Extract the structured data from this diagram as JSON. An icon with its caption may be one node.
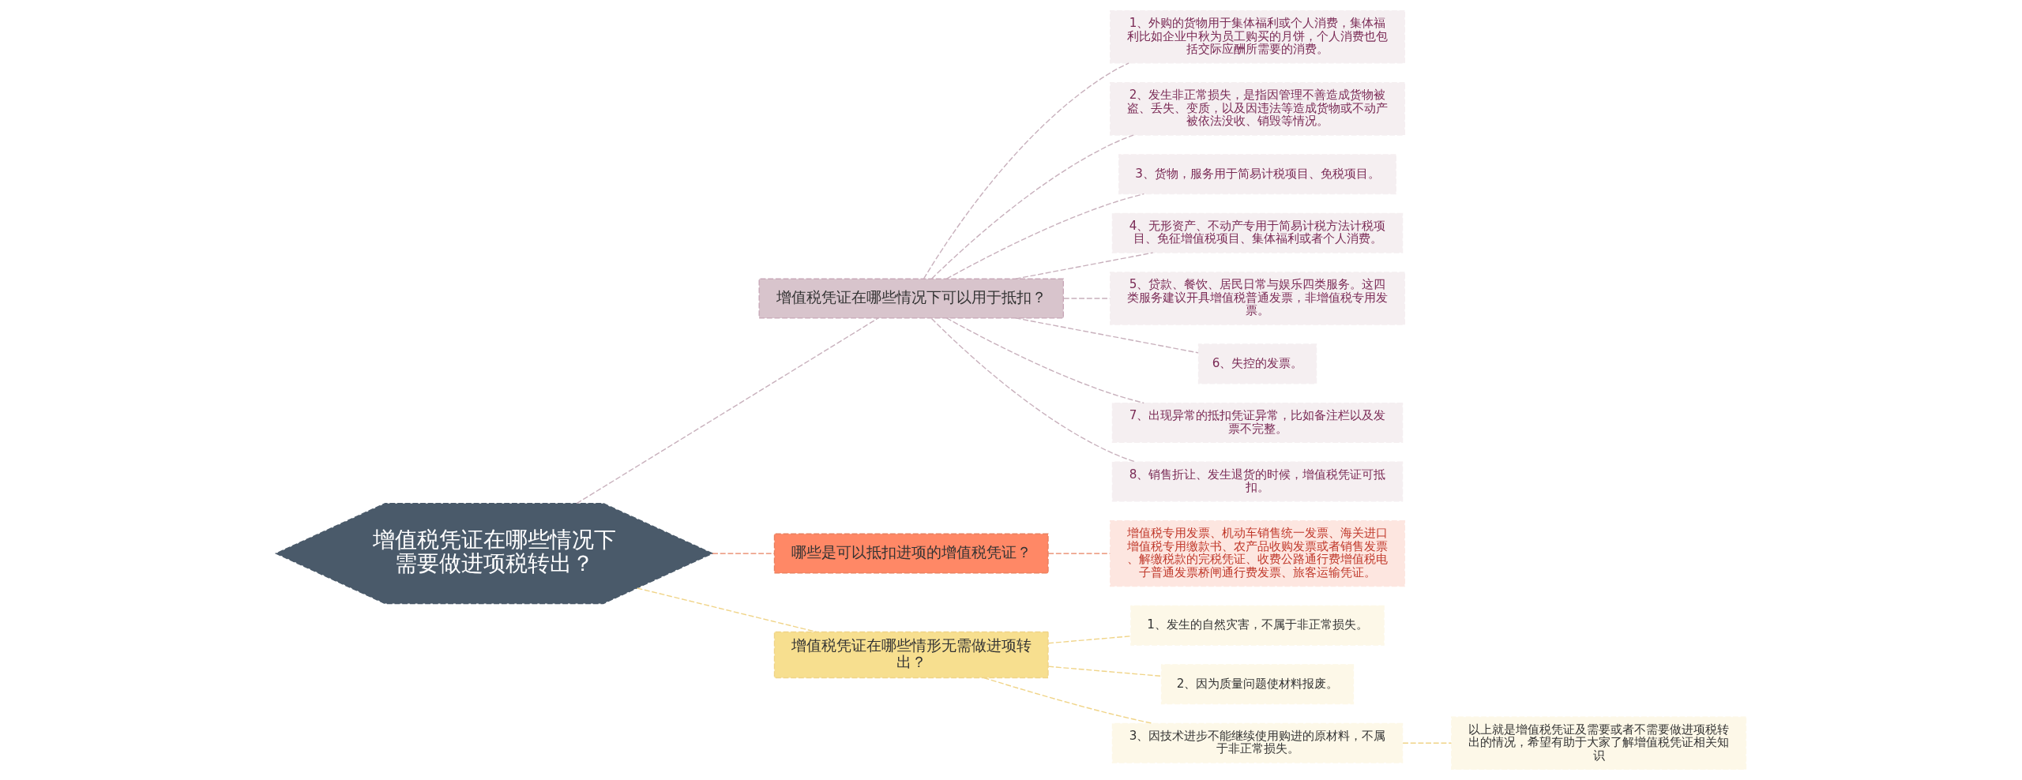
{
  "diagram": {
    "nodes": [
      {
        "text": [
          "增值税凭证在哪些情况下需要做进项税转出？"
        ]
      },
      {
        "text": [
          "增值税凭证在哪些情况下可以用于抵扣？"
        ]
      },
      {
        "text": [
          "1、外购的货物用于集体福利或个人消费，集体福利比如企业中秋为员工购买的月饼，个人消费也包括交际应酬所需要的消费。"
        ]
      },
      {
        "text": [
          "2、发生非正常损失，是指因管理不善造成货物被盗、丢失、变质，以及因违法等造成货物或不动产被依法没收、销毁等情况。"
        ]
      },
      {
        "text": [
          "3、货物，服务用于简易计税项目、免税项目。"
        ]
      },
      {
        "text": [
          "4、无形资产、不动产专用于简易计税方法计税项目、免征增值税项目、集体福利或者个人消费。"
        ]
      },
      {
        "text": [
          "5、贷款、餐饮、居民日常与娱乐四类服务。这四类服务建议开具增值税普通发票，非增值税专用发票。"
        ]
      },
      {
        "text": [
          "6、失控的发票。"
        ]
      },
      {
        "text": [
          "7、出现异常的抵扣凭证异常，比如备注栏以及发票不完整。"
        ]
      },
      {
        "text": [
          "8、销售折让、发生退货的时候，增值税凭证可抵扣。"
        ]
      },
      {
        "text": [
          "哪些是可以抵扣进项的增值税凭证？"
        ]
      },
      {
        "text": [
          "增值税专用发票、机动车销售统一发票、海关进口增值税专用缴款书、农产品收购发票或者销售发票、解缴税款的完税凭证、收费公路通行费增值税电子普通发票桥闸通行费发票、旅客运输凭证。"
        ]
      },
      {
        "text": [
          "增值税凭证在哪些情形无需做进项转出？"
        ]
      },
      {
        "text": [
          "1、发生的自然灾害，不属于非正常损失。"
        ]
      },
      {
        "text": [
          "2、因为质量问题使材料报废。"
        ]
      },
      {
        "text": [
          "3、因技术进步不能继续使用购进的原材料，不属于非正常损失。"
        ]
      },
      {
        "text": [
          "以上就是增值税凭证及需要或者不需要做进项税转出的情况，希望有助于大家了解增值税凭证相关知识"
        ]
      }
    ],
    "edges": [
      {
        "from": 0,
        "to": 1,
        "arrow": "none",
        "style": "dashed"
      },
      {
        "from": 1,
        "to": 2,
        "arrow": "none",
        "style": "dashed"
      },
      {
        "from": 1,
        "to": 3,
        "arrow": "none",
        "style": "dashed"
      },
      {
        "from": 1,
        "to": 4,
        "arrow": "none",
        "style": "dashed"
      },
      {
        "from": 1,
        "to": 5,
        "arrow": "none",
        "style": "dashed"
      },
      {
        "from": 1,
        "to": 6,
        "arrow": "none",
        "style": "dashed"
      },
      {
        "from": 1,
        "to": 7,
        "arrow": "none",
        "style": "dashed"
      },
      {
        "from": 1,
        "to": 8,
        "arrow": "none",
        "style": "dashed"
      },
      {
        "from": 1,
        "to": 9,
        "arrow": "none",
        "style": "dashed"
      },
      {
        "from": 0,
        "to": 10,
        "arrow": "none",
        "style": "dashed",
        "color": "#e8805f"
      },
      {
        "from": 10,
        "to": 11,
        "arrow": "none",
        "style": "dashed",
        "color": "#e8805f"
      },
      {
        "from": 0,
        "to": 12,
        "arrow": "none",
        "style": "dashed",
        "color": "#f0d488"
      },
      {
        "from": 12,
        "to": 13,
        "arrow": "none",
        "style": "dashed",
        "color": "#f0d488"
      },
      {
        "from": 12,
        "to": 14,
        "arrow": "none",
        "style": "dashed",
        "color": "#f0d488"
      },
      {
        "from": 12,
        "to": 15,
        "arrow": "none",
        "style": "dashed",
        "color": "#f0d488"
      },
      {
        "from": 15,
        "to": 16,
        "arrow": "none",
        "style": "dashed",
        "color": "#f0d488"
      }
    ]
  }
}
